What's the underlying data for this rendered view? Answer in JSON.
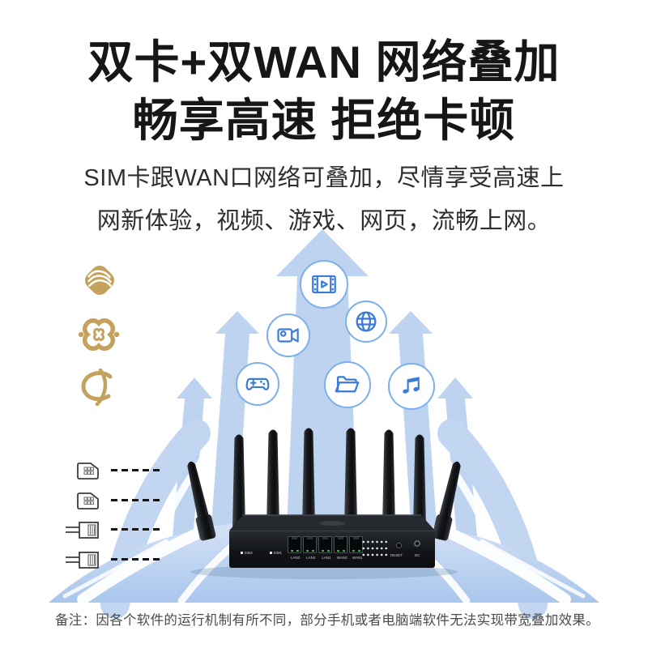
{
  "title": {
    "line1": "双卡+双WAN 网络叠加",
    "line2": "畅享高速 拒绝卡顿"
  },
  "subtitle": {
    "line1": "SIM卡跟WAN口网络可叠加，尽情享受高速上",
    "line2": "网新体验，视频、游戏、网页，流畅上网。"
  },
  "carriers": {
    "items": [
      {
        "icon": "china-mobile-logo"
      },
      {
        "icon": "china-unicom-logo"
      },
      {
        "icon": "china-telecom-logo"
      }
    ],
    "color": "#c4a25e"
  },
  "feature_icons": [
    {
      "icon": "film-icon"
    },
    {
      "icon": "video-camera-icon"
    },
    {
      "icon": "globe-icon"
    },
    {
      "icon": "gamepad-icon"
    },
    {
      "icon": "folder-icon"
    },
    {
      "icon": "music-icon"
    }
  ],
  "connections": {
    "rows": [
      {
        "icon": "sim-card-icon"
      },
      {
        "icon": "sim-card-icon"
      },
      {
        "icon": "ethernet-plug-icon"
      },
      {
        "icon": "ethernet-plug-icon"
      }
    ]
  },
  "router": {
    "sim_labels": [
      "SIM2",
      "SIM1"
    ],
    "port_labels": [
      "LAN3",
      "LAN2",
      "LAN1",
      "WAN2",
      "WAN1"
    ],
    "reset_label": "RESET",
    "dc_label": "DC"
  },
  "note": "备注：因各个软件的运行机制有所不同，部分手机或者电脑端软件无法实现带宽叠加效果。",
  "colors": {
    "arrow": "#bed3f0",
    "icon_ring": "#7cb0ec",
    "icon_glyph": "#3a7bd9",
    "gold": "#c4a25e",
    "title": "#161616"
  }
}
